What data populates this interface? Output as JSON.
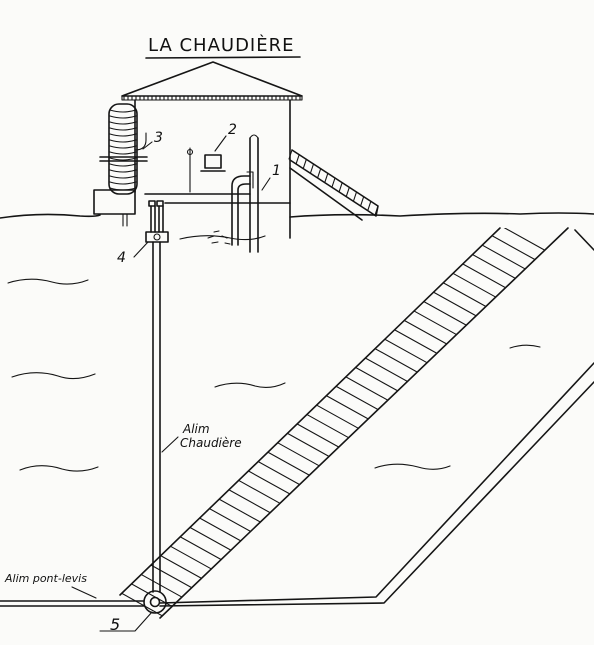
{
  "title": "LA CHAUDIÈRE",
  "callouts": {
    "c1": "1",
    "c2": "2",
    "c3": "3",
    "c4": "4",
    "c5": "5"
  },
  "labels": {
    "alim_chaudiere_line1": "Alim",
    "alim_chaudiere_line2": "Chaudière",
    "alim_pont_levis": "Alim pont-levis"
  },
  "colors": {
    "ink": "#151515",
    "paper": "#fbfbf9"
  }
}
